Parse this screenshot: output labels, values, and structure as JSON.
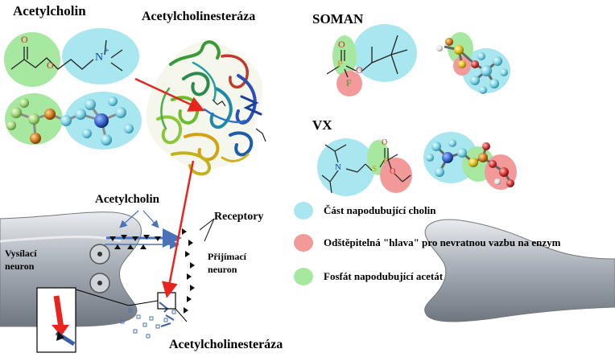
{
  "titles": {
    "acetylcholin": "Acetylcholin",
    "enzyme": "Acetylcholinesteráza",
    "soman": "SOMAN",
    "vx": "VX"
  },
  "synapse": {
    "acetylcholin": "Acetylcholin",
    "receptory": "Receptory",
    "vysilaci_line1": "Vysílací",
    "vysilaci_line2": "neuron",
    "prijimaci_line1": "Přijímací",
    "prijimaci_line2": "neuron",
    "enzyme": "Acetylcholinesteráza"
  },
  "atoms": {
    "nplus": "N",
    "plus": "+",
    "o": "O",
    "p": "P",
    "f": "F",
    "n": "N",
    "s": "S"
  },
  "legend": [
    {
      "color": "#a8e6f0",
      "text": "Část napodubující cholin"
    },
    {
      "color": "#f29a9a",
      "text": "Odštěpitelná \"hlava\" pro nevratnou vazbu na enzym"
    },
    {
      "color": "#a6e8a0",
      "text": "Fosfát napodubující acetát"
    }
  ],
  "colors": {
    "cholin": "#a8e6f0",
    "leaving_group": "#f29a9a",
    "acetate": "#a6e8a0",
    "arrow": "#e8241f"
  }
}
